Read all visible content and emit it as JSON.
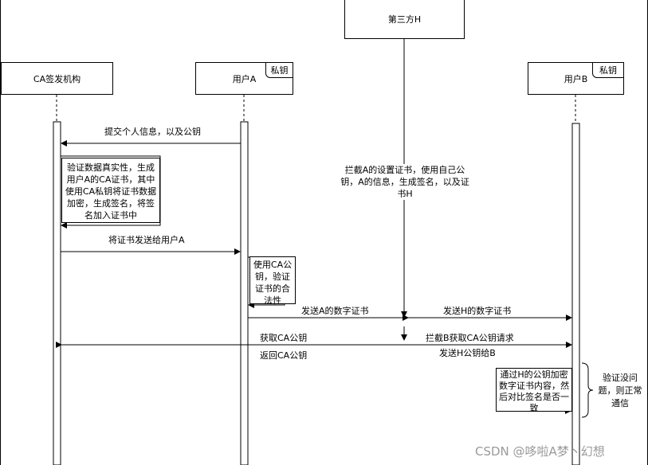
{
  "participants": {
    "third": "第三方H",
    "ca": "CA签发机构",
    "user_a": "用户A",
    "user_b": "用户B",
    "key_tag": "私钥"
  },
  "messages": {
    "m1": "提交个人信息，以及公钥",
    "m2": "将证书发送给用户A",
    "m3": "发送A的数字证书",
    "m4": "发送H的数字证书",
    "m5": "获取CA公钥",
    "m6": "拦截B获取CA公钥请求",
    "m7": "返回CA公钥",
    "m8": "发送H公钥给B"
  },
  "notes": {
    "ca_verify": "验证数据真实性，生成用户A的CA证书，其中使用CA私钥将证书数据加密，生成签名，将签名加入证书中",
    "a_verify": "使用CA公钥，验证证书的合法性",
    "h_intercept": "拦截A的设置证书，使用自己公钥，A的信息，生成签名，以及证书H",
    "b_decrypt": "通过H的公钥加密数字证书内容，然后对比签名是否一致",
    "conclusion": "验证没问题，则正常通信"
  },
  "watermark": "CSDN @哆啦A梦丶幻想"
}
